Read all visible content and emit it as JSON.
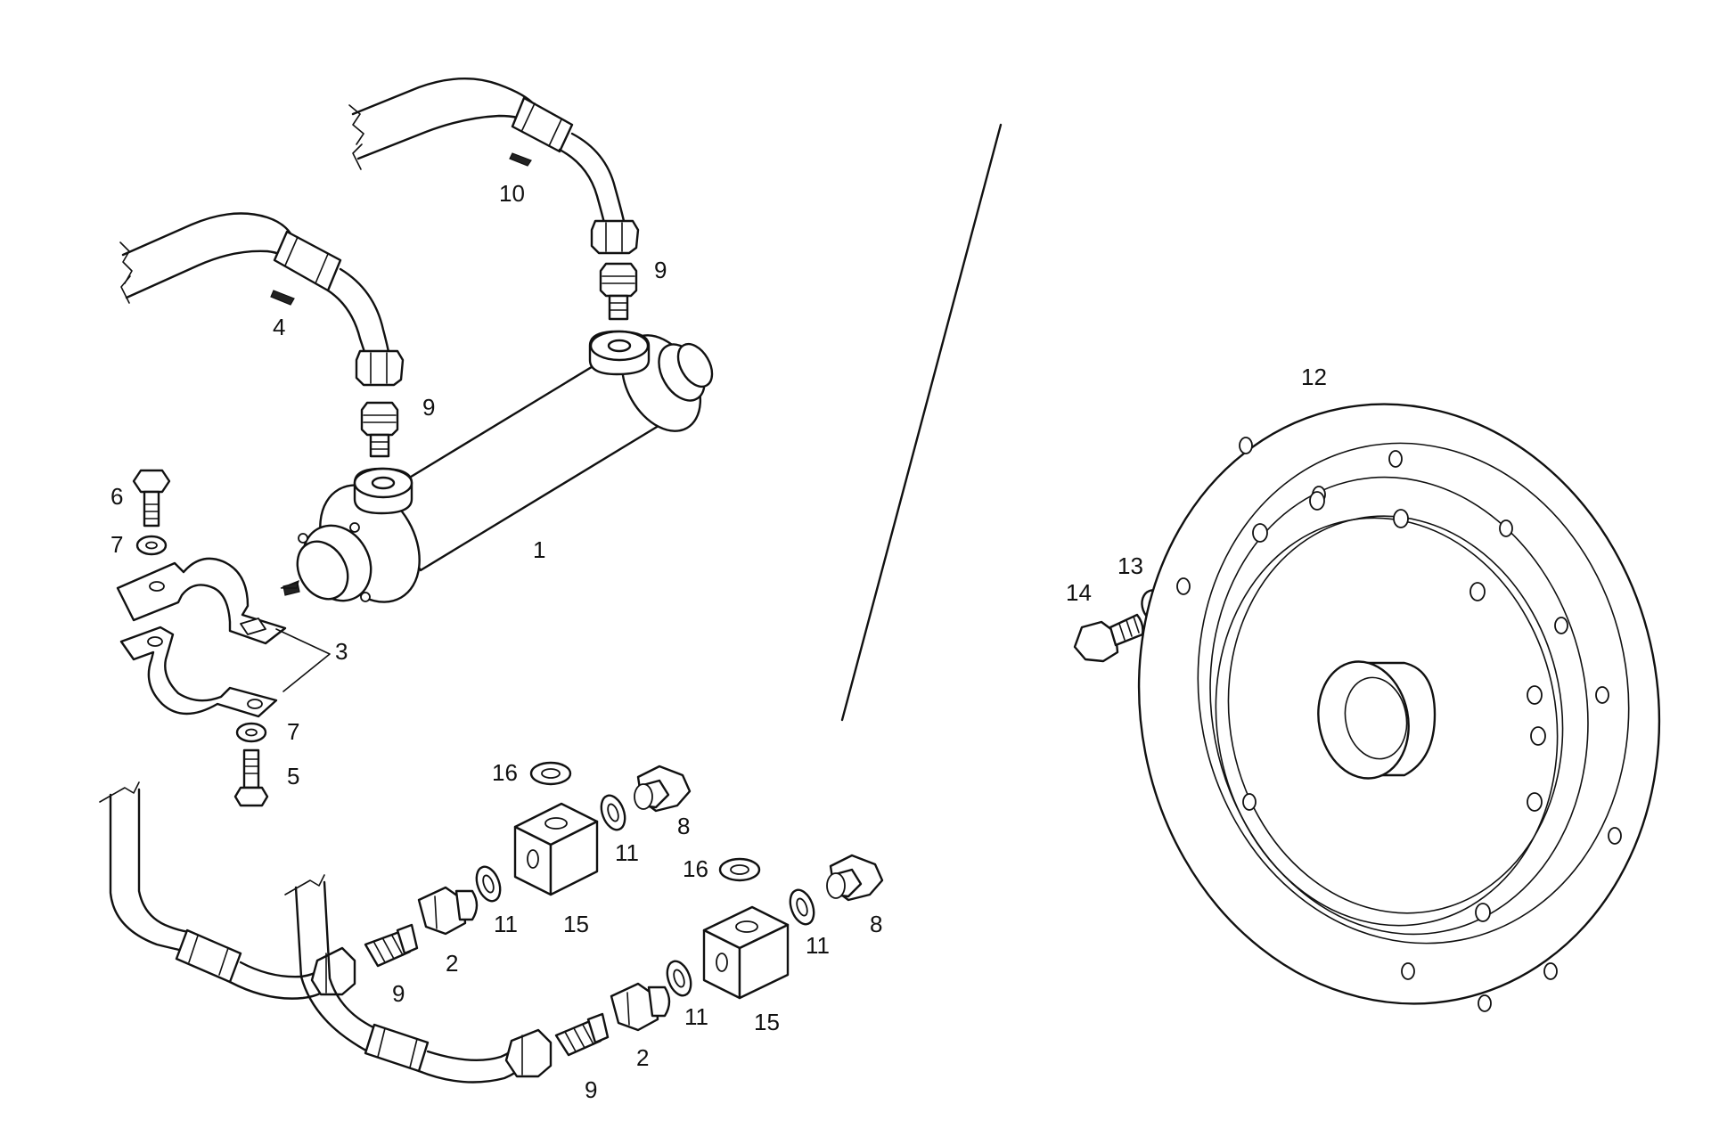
{
  "diagram": {
    "callouts": [
      {
        "id": "c1",
        "text": "1"
      },
      {
        "id": "c2a",
        "text": "2"
      },
      {
        "id": "c2b",
        "text": "2"
      },
      {
        "id": "c3",
        "text": "3"
      },
      {
        "id": "c4",
        "text": "4"
      },
      {
        "id": "c5",
        "text": "5"
      },
      {
        "id": "c6",
        "text": "6"
      },
      {
        "id": "c7a",
        "text": "7"
      },
      {
        "id": "c7b",
        "text": "7"
      },
      {
        "id": "c8a",
        "text": "8"
      },
      {
        "id": "c8b",
        "text": "8"
      },
      {
        "id": "c9a",
        "text": "9"
      },
      {
        "id": "c9b",
        "text": "9"
      },
      {
        "id": "c9c",
        "text": "9"
      },
      {
        "id": "c9d",
        "text": "9"
      },
      {
        "id": "c10",
        "text": "10"
      },
      {
        "id": "c11a",
        "text": "11"
      },
      {
        "id": "c11b",
        "text": "11"
      },
      {
        "id": "c11c",
        "text": "11"
      },
      {
        "id": "c11d",
        "text": "11"
      },
      {
        "id": "c12",
        "text": "12"
      },
      {
        "id": "c13",
        "text": "13"
      },
      {
        "id": "c14",
        "text": "14"
      },
      {
        "id": "c15a",
        "text": "15"
      },
      {
        "id": "c15b",
        "text": "15"
      },
      {
        "id": "c16a",
        "text": "16"
      },
      {
        "id": "c16b",
        "text": "16"
      }
    ]
  }
}
